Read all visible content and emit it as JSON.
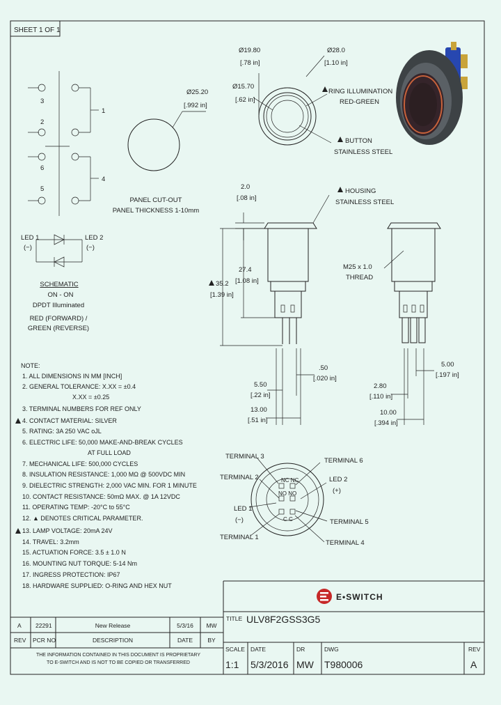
{
  "sheet_label": "SHEET 1 OF 1",
  "top_view": {
    "d1": "Ø19.80",
    "d1_in": "[.78 in]",
    "d2": "Ø28.0",
    "d2_in": "[1.10 in]",
    "d3": "Ø15.70",
    "d3_in": "[.62 in]",
    "ring_1": "RING ILLUMINATION",
    "ring_2": "RED-GREEN",
    "button_1": "BUTTON",
    "button_2": "STAINLESS STEEL"
  },
  "panel": {
    "dia": "Ø25.20",
    "dia_in": "[.992 in]",
    "line1": "PANEL CUT-OUT",
    "line2": "PANEL THICKNESS 1-10mm"
  },
  "schematic": {
    "terminals": [
      "3",
      "2",
      "6",
      "5",
      "1",
      "4"
    ],
    "led1": "LED 1",
    "led1_sign": "(−)",
    "led2": "LED 2",
    "led2_sign": "(−)",
    "title": "SCHEMATIC",
    "line1": "ON - ON",
    "line2": "DPDT Illuminated",
    "line3": "RED (FORWARD) /",
    "line4": "GREEN (REVERSE)"
  },
  "side_view": {
    "top_dim": "2.0",
    "top_dim_in": "[.08 in]",
    "housing_1": "HOUSING",
    "housing_2": "STAINLESS STEEL",
    "overall": "35.2",
    "overall_in": "[1.39 in]",
    "body": "27.4",
    "body_in": "[1.08 in]",
    "thread_1": "M25 x 1.0",
    "thread_2": "THREAD",
    "pin_w": ".50",
    "pin_w_in": "[.020 in]",
    "pitch": "5.50",
    "pitch_in": "[.22 in]",
    "width": "13.00",
    "width_in": "[.51 in]",
    "pitch2": "5.00",
    "pitch2_in": "[.197 in]",
    "gap": "2.80",
    "gap_in": "[.110 in]",
    "width2": "10.00",
    "width2_in": "[.394 in]"
  },
  "notes": {
    "title": "NOTE:",
    "items": [
      "1. ALL DIMENSIONS IN MM [INCH]",
      "2. GENERAL TOLERANCE: X.XX = ±0.4",
      "X.XX = ±0.25",
      "3. TERMINAL NUMBERS FOR REF ONLY",
      "4. CONTACT MATERIAL: SILVER",
      "5. RATING: 3A 250 VAC oJL",
      "6. ELECTRIC LIFE: 50,000 MAKE-AND-BREAK CYCLES",
      "AT FULL LOAD",
      "7. MECHANICAL LIFE: 500,000 CYCLES",
      "8. INSULATION RESISTANCE: 1,000 MΩ @ 500VDC MIN",
      "9. DIELECTRIC STRENGTH: 2,000 VAC MIN. FOR 1 MINUTE",
      "10. CONTACT RESISTANCE: 50mΩ MAX. @ 1A 12VDC",
      "11. OPERATING TEMP: -20°C to 55°C",
      "12. ▲ DENOTES CRITICAL PARAMETER.",
      "13. LAMP VOLTAGE: 20mA 24V",
      "14. TRAVEL: 3.2mm",
      "15. ACTUATION FORCE: 3.5 ± 1.0 N",
      "16. MOUNTING NUT TORQUE: 5-14 Nm",
      "17. INGRESS PROTECTION: IP67",
      "18. HARDWARE SUPPLIED: O-RING AND HEX NUT"
    ]
  },
  "bottom_view": {
    "t3": "TERMINAL 3",
    "t6": "TERMINAL 6",
    "t2": "TERMINAL 2",
    "led2": "LED 2",
    "led2_sign": "(+)",
    "led1": "LED 1",
    "led1_sign": "(−)",
    "t5": "TERMINAL 5",
    "t1": "TERMINAL 1",
    "t4": "TERMINAL 4",
    "pin_top": "NC NC",
    "pin_mid": "NO NO",
    "pin_bot": "C C"
  },
  "title_block": {
    "brand": "E•SWITCH",
    "title_label": "TITLE",
    "title_value": "ULV8F2GSS3G5",
    "headers": [
      "SCALE",
      "DATE",
      "DR",
      "DWG",
      "REV"
    ],
    "values": [
      "1:1",
      "5/3/2016",
      "MW",
      "T980006",
      "A"
    ]
  },
  "revision": {
    "row": [
      "A",
      "22291",
      "New Release",
      "5/3/16",
      "MW"
    ],
    "headers": [
      "REV",
      "PCR NO",
      "DESCRIPTION",
      "DATE",
      "BY"
    ],
    "disclaimer_1": "THE INFORMATION CONTAINED IN THIS DOCUMENT IS PROPRIETARY",
    "disclaimer_2": "TO E-SWITCH AND IS NOT TO BE COPIED OR TRANSFERRED"
  }
}
